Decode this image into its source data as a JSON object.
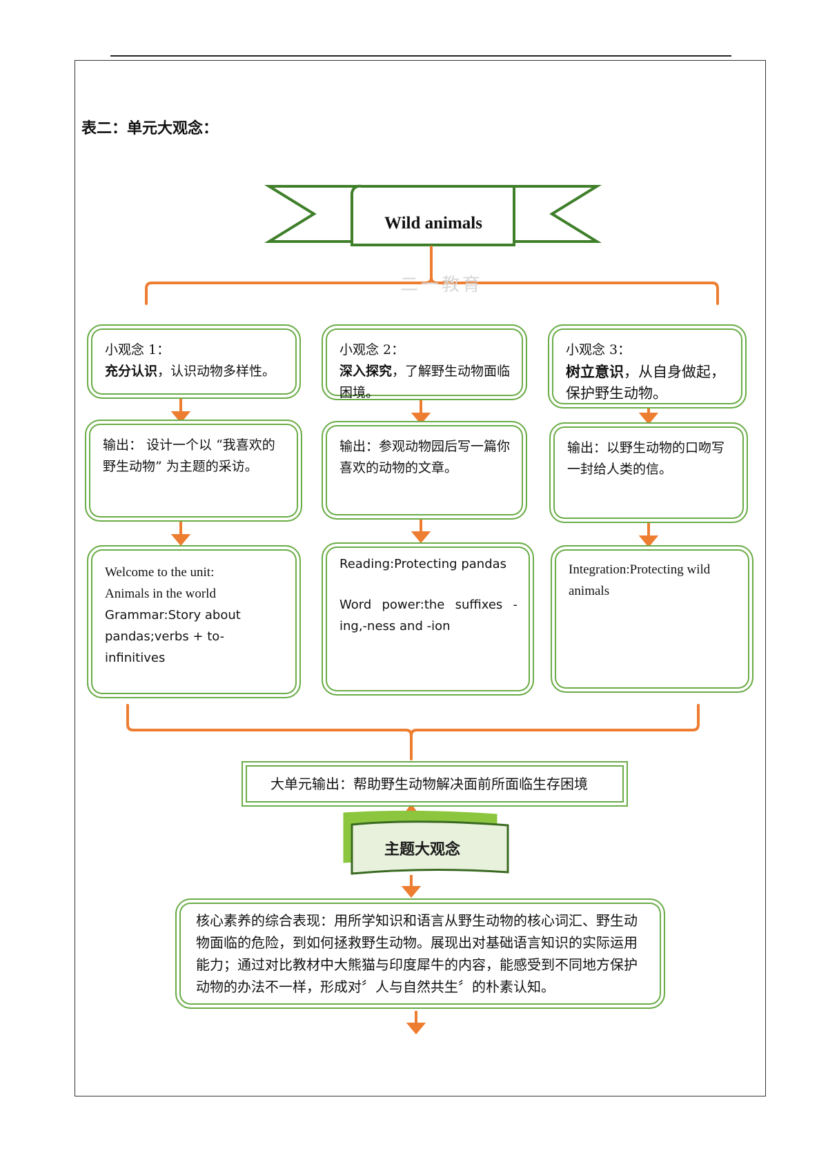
{
  "heading": "表二：单元大观念：",
  "banner": {
    "title": "Wild animals"
  },
  "watermark": "二一教育",
  "columns": [
    {
      "idea_label": "小观念 1：",
      "idea_bold": "充分认识",
      "idea_rest": "，认识动物多样性。",
      "output": "输出：  设计一个以  “我喜欢的野生动物”   为主题的采访。",
      "lessons": [
        "Welcome to the unit:",
        "Animals in the world",
        "Grammar:Story about",
        "pandas;verbs + to-infinitives"
      ]
    },
    {
      "idea_label": "小观念 2：",
      "idea_bold": "深入探究",
      "idea_rest": "，了解野生动物面临困境。",
      "output": "输出：参观动物园后写一篇你喜欢的动物的文章。",
      "lessons": [
        "Reading:Protecting pandas",
        "Word  power:the  suffixes -ing,-ness and -ion"
      ]
    },
    {
      "idea_label": "小观念 3：",
      "idea_bold": "树立意识",
      "idea_rest": "，从自身做起，保护野生动物。",
      "output": "输出：以野生动物的口吻写一封给人类的信。",
      "lessons": [
        "Integration:Protecting wild animals"
      ]
    }
  ],
  "unit_output": "大单元输出：帮助野生动物解决面前所面临生存困境",
  "theme": {
    "title": "主题大观念"
  },
  "core": "核心素养的综合表现：用所学知识和语言从野生动物的核心词汇、野生动物面临的危险，到如何拯救野生动物。展现出对基础语言知识的实际运用能力；通过对比教材中大熊猫与印度犀牛的内容，能感受到不同地方保护动物的办法不一样，形成对〞人与自然共生〞的朴素认知。",
  "colors": {
    "orange": "#ed7d31",
    "green_border": "#6aac46",
    "dark_green": "#3a6a22"
  }
}
